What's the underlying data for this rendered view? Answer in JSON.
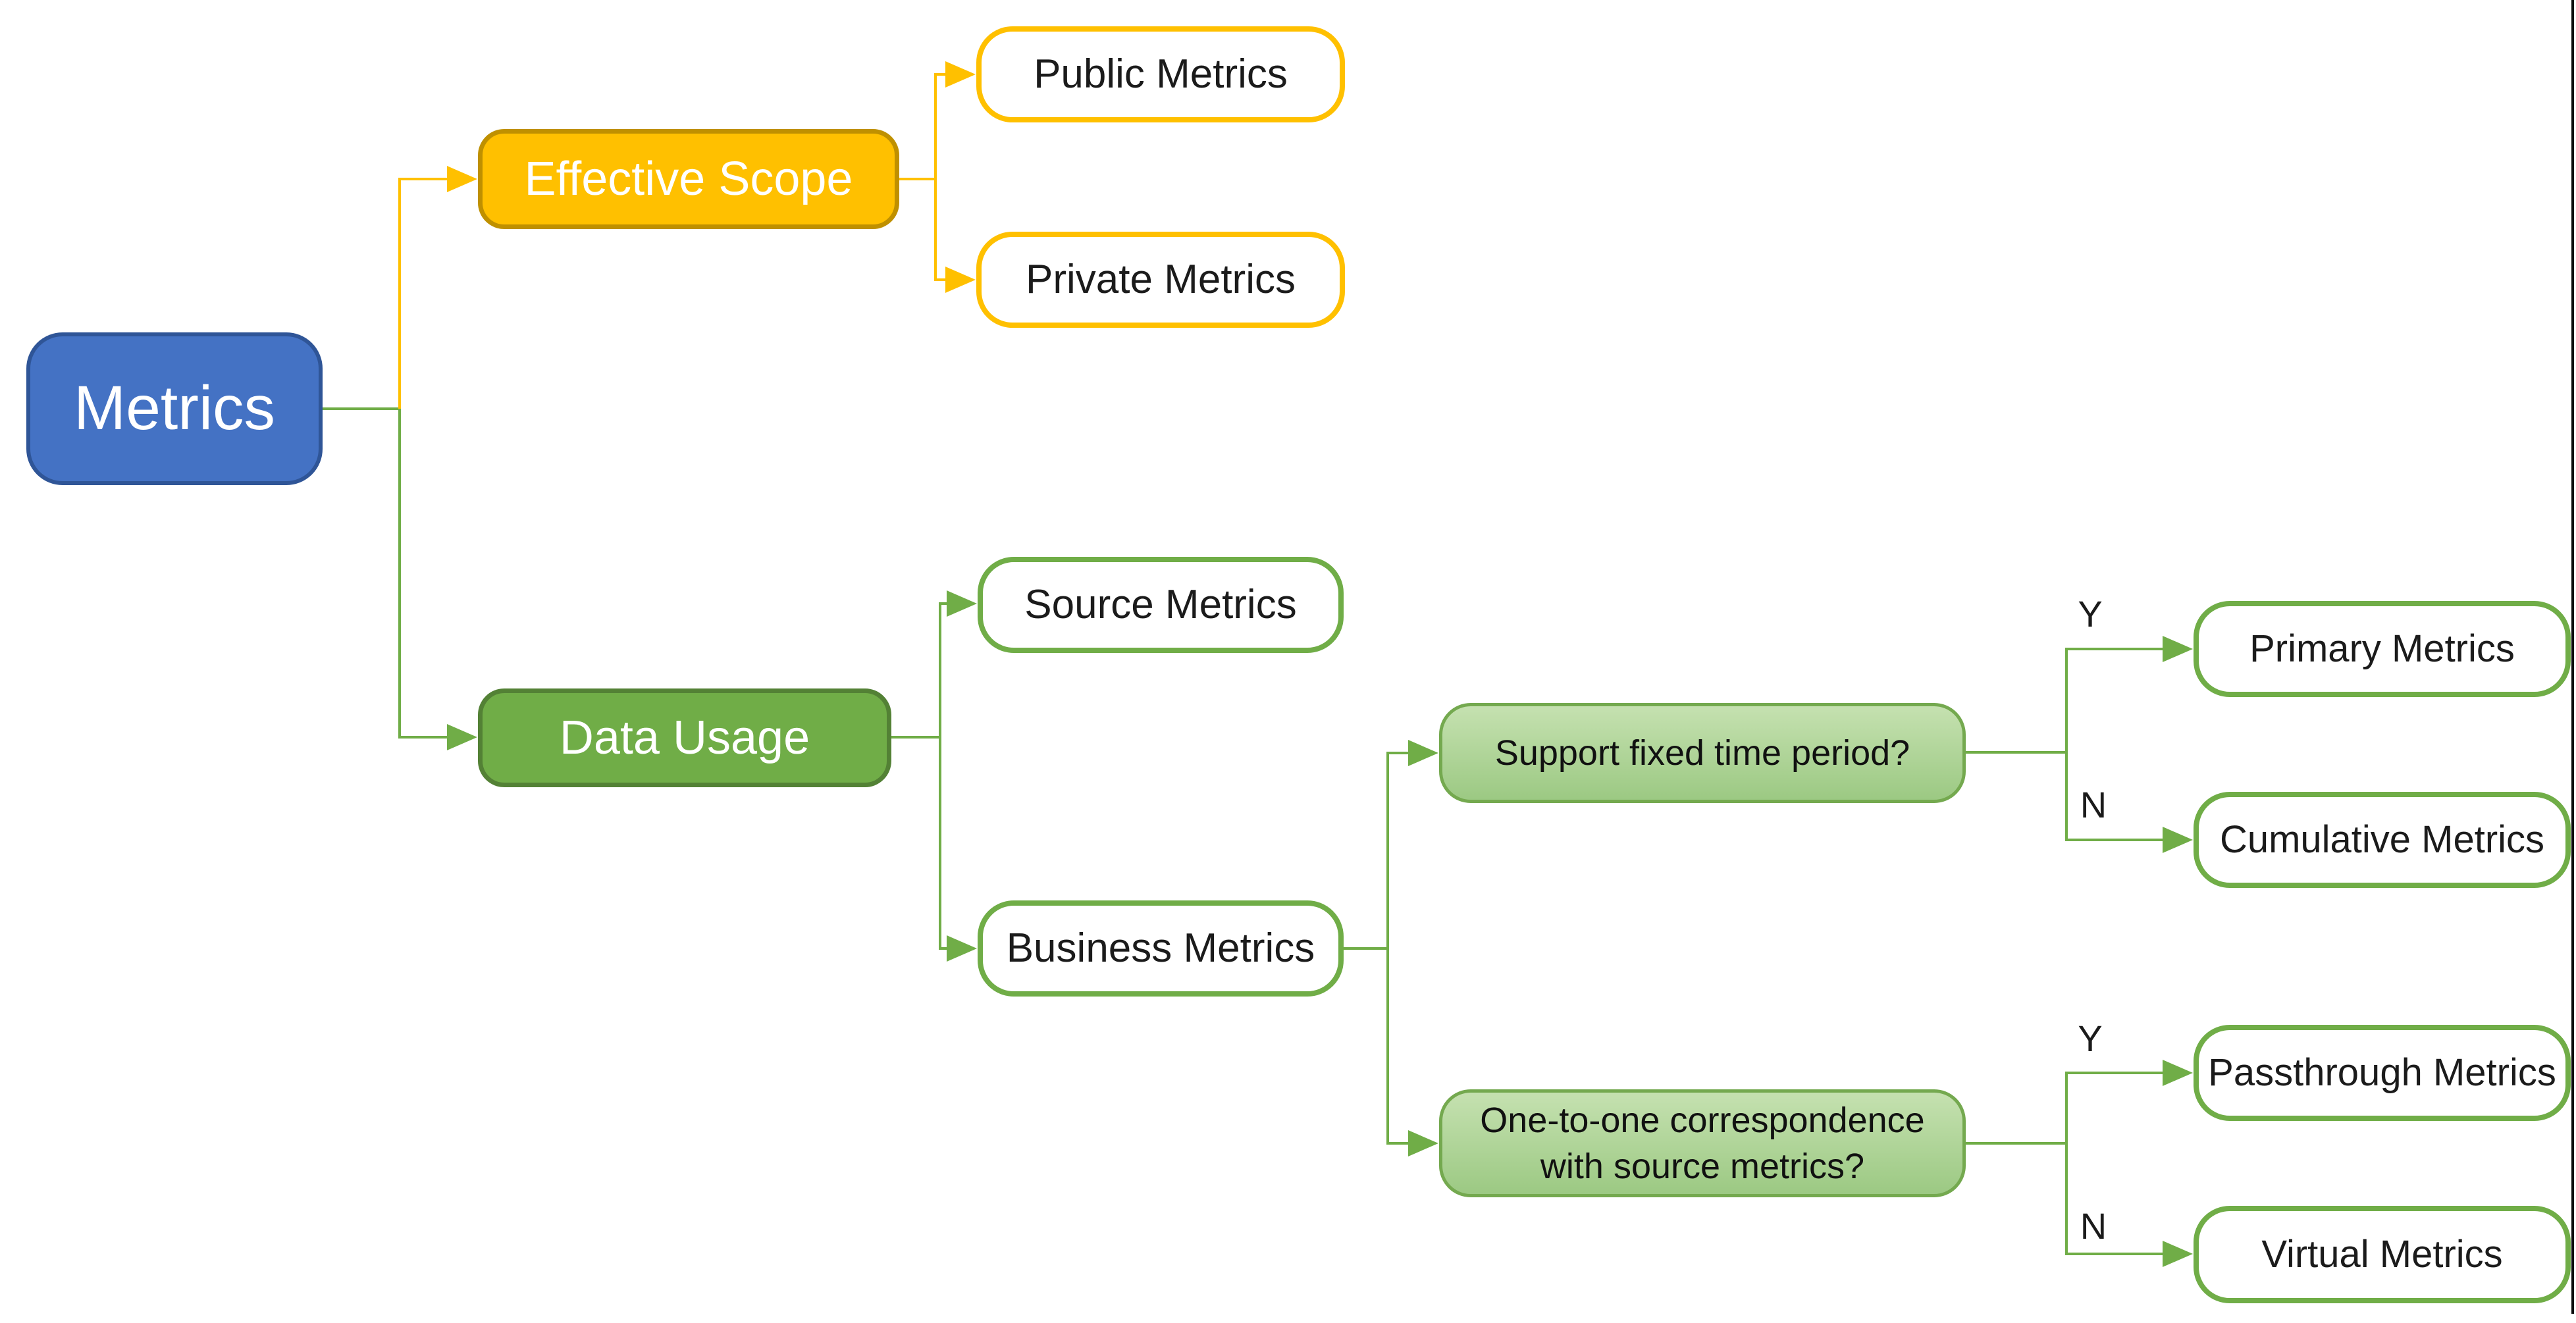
{
  "diagram": {
    "root": {
      "label": "Metrics"
    },
    "categories": [
      {
        "label": "Effective Scope",
        "children": [
          {
            "label": "Public Metrics"
          },
          {
            "label": "Private Metrics"
          }
        ]
      },
      {
        "label": "Data Usage",
        "children": [
          {
            "label": "Source Metrics"
          },
          {
            "label": "Business Metrics"
          }
        ]
      }
    ],
    "decisions": [
      {
        "question": "Support fixed time period?",
        "yes_label": "Y",
        "no_label": "N",
        "yes_result": "Primary Metrics",
        "no_result": "Cumulative Metrics"
      },
      {
        "question": "One-to-one correspondence with source metrics?",
        "yes_label": "Y",
        "no_label": "N",
        "yes_result": "Passthrough Metrics",
        "no_result": "Virtual Metrics"
      }
    ]
  },
  "colors": {
    "root_fill": "#4472C4",
    "root_border": "#2F5597",
    "scope_fill": "#FFC000",
    "scope_border": "#BF9000",
    "usage_fill": "#70AD47",
    "usage_border": "#538135",
    "decision_fill_top": "#C5E1B0",
    "decision_fill_bottom": "#9CC983",
    "decision_border": "#74A94F",
    "connector_yellow": "#FFC000",
    "connector_green": "#70AD47",
    "leaf_text": "#1b1b1b",
    "edge_line": "#0d0d0d"
  }
}
